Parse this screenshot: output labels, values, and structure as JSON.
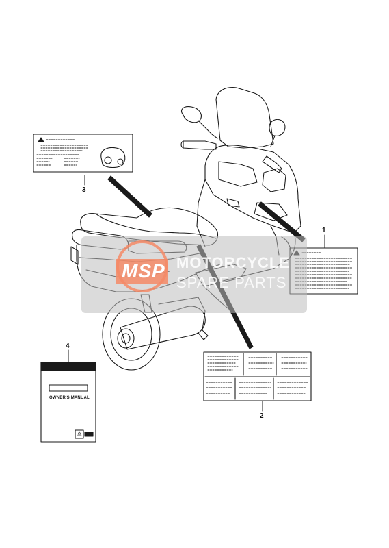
{
  "callouts": {
    "label_1": "1",
    "label_2": "2",
    "label_3": "3",
    "label_4": "4"
  },
  "manual": {
    "title": "OWNER'S MANUAL"
  },
  "watermark": {
    "logo_text": "MSP",
    "line1": "MOTORCYCLE",
    "line2": "SPARE PARTS",
    "logo_color": "#f58a66",
    "band_color": "#bdbdbd"
  },
  "colors": {
    "line": "#1a1a1a",
    "background": "#ffffff"
  }
}
